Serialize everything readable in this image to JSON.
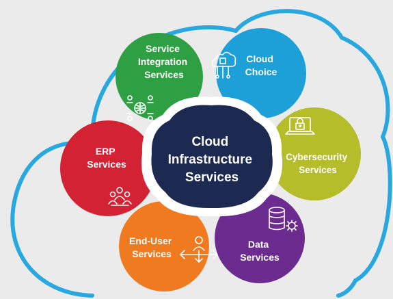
{
  "center": {
    "lines": [
      "Cloud",
      "Infrastructure",
      "Services"
    ],
    "color": "#1c2a52"
  },
  "segments": [
    {
      "id": "service-integration",
      "lines": [
        "Service",
        "Integration",
        "Services"
      ],
      "color": "#2ea043",
      "icon": "people-globe-icon"
    },
    {
      "id": "cloud-choice",
      "lines": [
        "Cloud",
        "Choice"
      ],
      "color": "#1da0d8",
      "icon": "cloud-network-icon"
    },
    {
      "id": "cybersecurity",
      "lines": [
        "Cybersecurity",
        "Services"
      ],
      "color": "#b5bd2a",
      "icon": "laptop-lock-icon"
    },
    {
      "id": "data",
      "lines": [
        "Data",
        "Services"
      ],
      "color": "#6c2c8f",
      "icon": "database-gear-icon"
    },
    {
      "id": "end-user",
      "lines": [
        "End-User",
        "Services"
      ],
      "color": "#ef7a20",
      "icon": "user-arrows-icon"
    },
    {
      "id": "erp",
      "lines": [
        "ERP",
        "Services"
      ],
      "color": "#d42235",
      "icon": "team-icon"
    }
  ],
  "colors": {
    "cloud_outline": "#29a8e0",
    "background": "#ebebeb",
    "hub_ring": "#ffffff"
  }
}
